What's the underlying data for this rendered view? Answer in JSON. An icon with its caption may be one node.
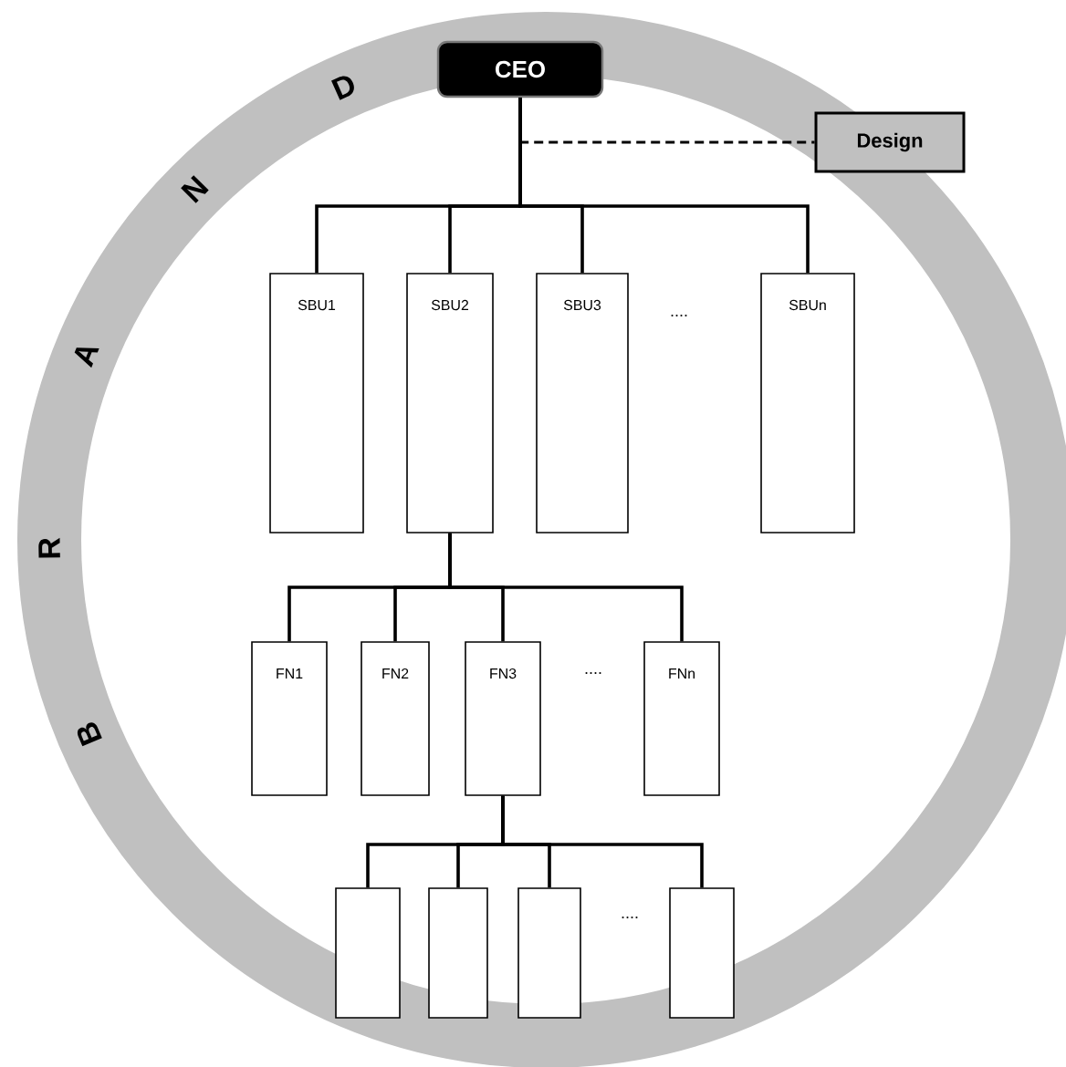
{
  "diagram": {
    "nodes": [
      {
        "text": [
          "CEO"
        ]
      },
      {
        "text": [
          "Design"
        ]
      },
      {
        "text": [
          "SBU1"
        ]
      },
      {
        "text": [
          "SBU2"
        ]
      },
      {
        "text": [
          "SBU3"
        ]
      },
      {
        "text": [
          "SBUn"
        ]
      },
      {
        "text": [
          "FN1"
        ]
      },
      {
        "text": [
          "FN2"
        ]
      },
      {
        "text": [
          "FN3"
        ]
      },
      {
        "text": [
          "FNn"
        ]
      },
      {
        "text": [],
        "shape": "box"
      },
      {
        "text": [],
        "shape": "box"
      },
      {
        "text": [],
        "shape": "box"
      },
      {
        "text": [],
        "shape": "box"
      }
    ],
    "edges": [
      {
        "from": 0,
        "to": 1,
        "arrow": "none",
        "style": "dashed"
      },
      {
        "from": 0,
        "to": 2,
        "arrow": "none"
      },
      {
        "from": 0,
        "to": 3,
        "arrow": "none"
      },
      {
        "from": 0,
        "to": 4,
        "arrow": "none"
      },
      {
        "from": 0,
        "to": 5,
        "arrow": "none"
      },
      {
        "from": 3,
        "to": 6,
        "arrow": "none"
      },
      {
        "from": 3,
        "to": 7,
        "arrow": "none"
      },
      {
        "from": 3,
        "to": 8,
        "arrow": "none"
      },
      {
        "from": 3,
        "to": 9,
        "arrow": "none"
      },
      {
        "from": 8,
        "to": 10,
        "arrow": "none"
      },
      {
        "from": 8,
        "to": 11,
        "arrow": "none"
      },
      {
        "from": 8,
        "to": 12,
        "arrow": "none"
      },
      {
        "from": 8,
        "to": 13,
        "arrow": "none"
      }
    ],
    "labels": [
      "D",
      "N",
      "A",
      "R",
      "B",
      "....",
      "....",
      "...."
    ]
  }
}
